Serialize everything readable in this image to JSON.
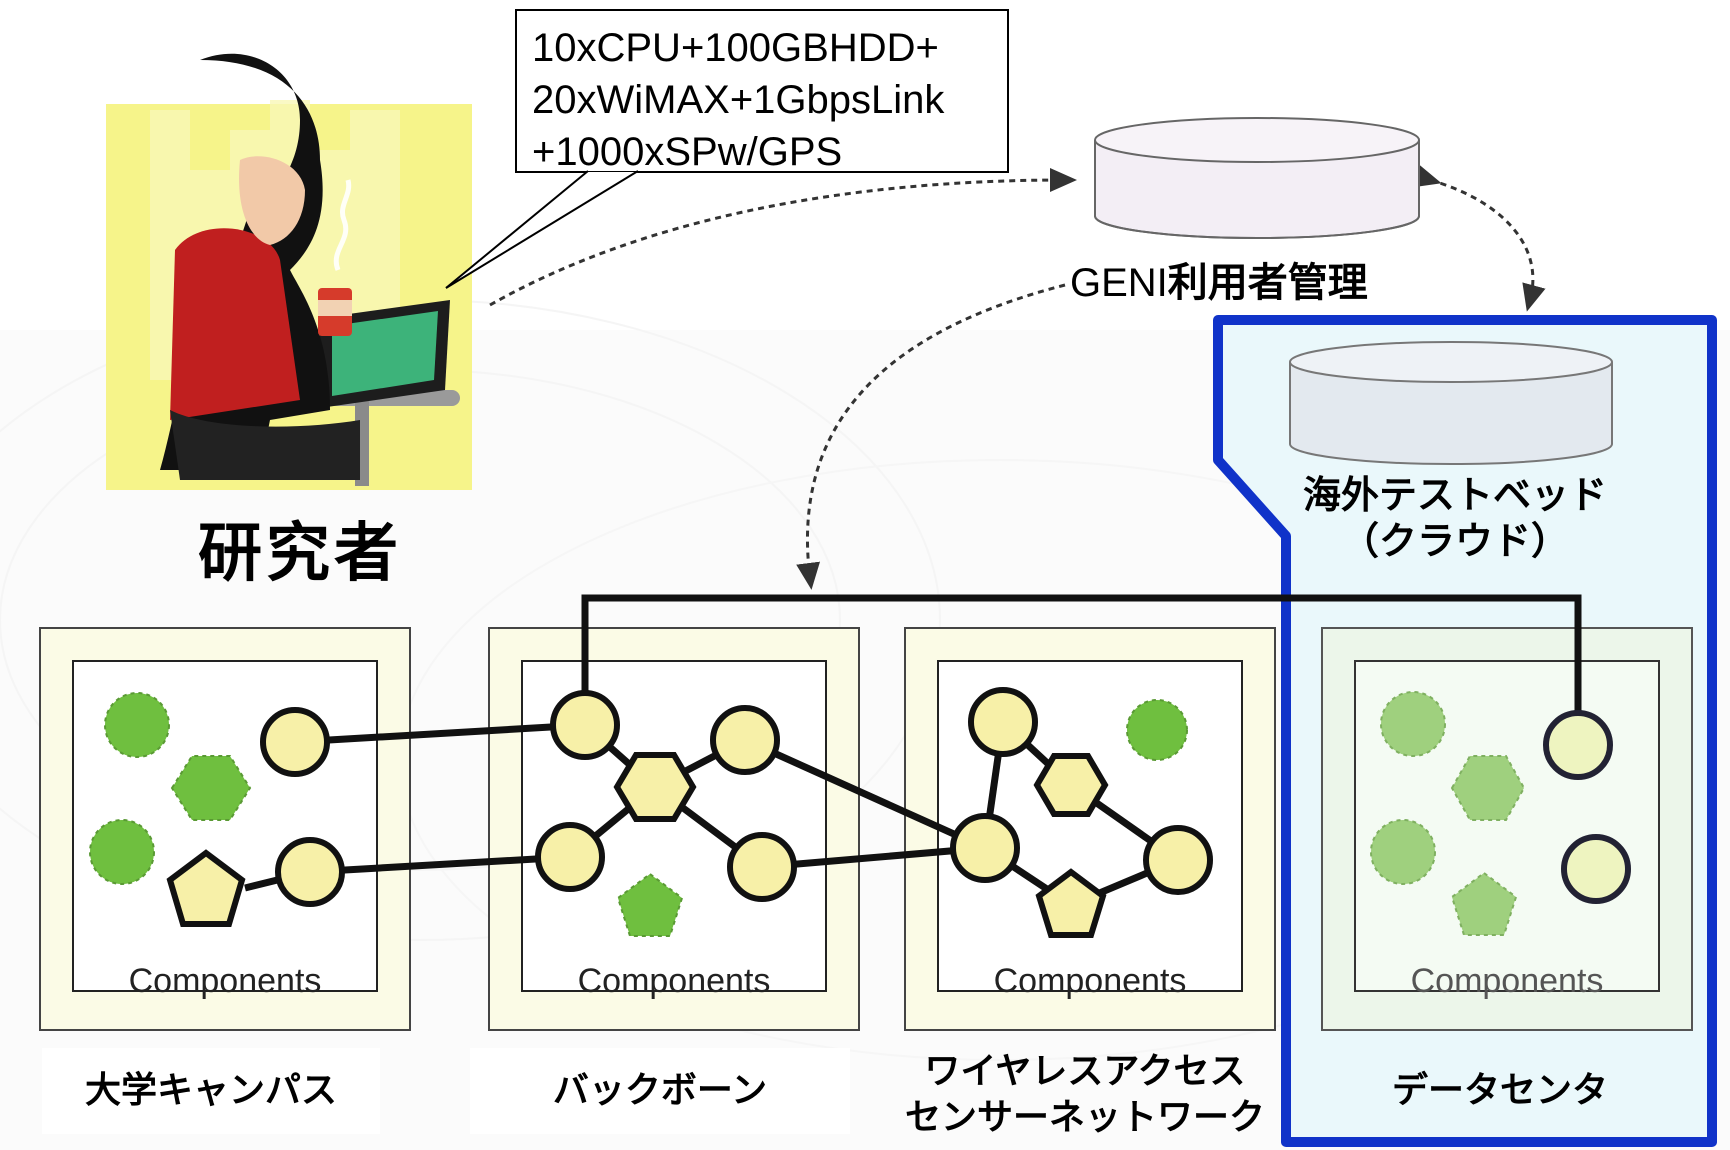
{
  "callout": {
    "lines": [
      "10xCPU+100GBHDD+",
      "20xWiMAX+1GbpsLink",
      "+1000xSPw/GPS"
    ]
  },
  "researcher": {
    "label": "研究者"
  },
  "geni_management": {
    "label_prefix": "GENI",
    "label_suffix": "利用者管理"
  },
  "overseas_testbed": {
    "line1": "海外テストベッド",
    "line2": "（クラウド）"
  },
  "sites": [
    {
      "component_label": "Components",
      "name_line1": "大学キャンパス",
      "name_line2": ""
    },
    {
      "component_label": "Components",
      "name_line1": "バックボーン",
      "name_line2": ""
    },
    {
      "component_label": "Components",
      "name_line1": "ワイヤレスアクセス",
      "name_line2": "センサーネットワーク"
    },
    {
      "component_label": "Components",
      "name_line1": "データセンタ",
      "name_line2": ""
    }
  ],
  "colors": {
    "node_fill": "#f7f0a8",
    "inactive_fill": "#6fbf3f",
    "datacenter_region": "#eaf8fb",
    "datacenter_border": "#1033c9",
    "database_fill": "#f3eef5",
    "panel_outer": "#fbfbe6"
  }
}
